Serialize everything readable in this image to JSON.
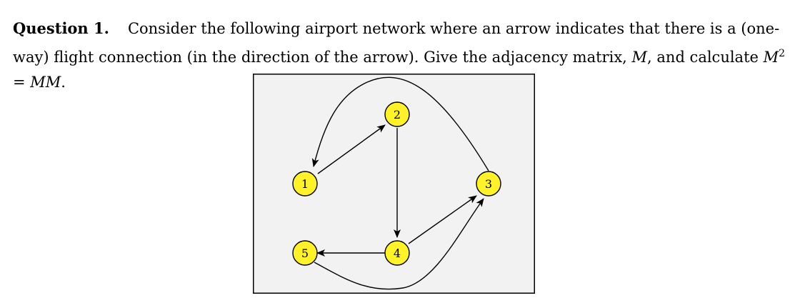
{
  "question": {
    "label": "Question 1.",
    "text_part1": "Consider the following airport network where an arrow indicates that there is a (one-way) flight connection (in the direction of the arrow). Give the adjacency matrix,",
    "var_m": "M",
    "text_part2": ", and calculate",
    "math_m2": "M",
    "math_exp": "2",
    "math_eq": " = ",
    "math_mm": "MM",
    "text_end": "."
  },
  "diagram": {
    "background": "#f2f2f2",
    "node_fill": "#fff22a",
    "nodes": [
      {
        "id": "1"
      },
      {
        "id": "2"
      },
      {
        "id": "3"
      },
      {
        "id": "4"
      },
      {
        "id": "5"
      }
    ],
    "edges": [
      {
        "from": "1",
        "to": "2"
      },
      {
        "from": "2",
        "to": "4"
      },
      {
        "from": "4",
        "to": "3"
      },
      {
        "from": "4",
        "to": "5"
      },
      {
        "from": "3",
        "to": "1"
      },
      {
        "from": "5",
        "to": "3"
      }
    ]
  }
}
